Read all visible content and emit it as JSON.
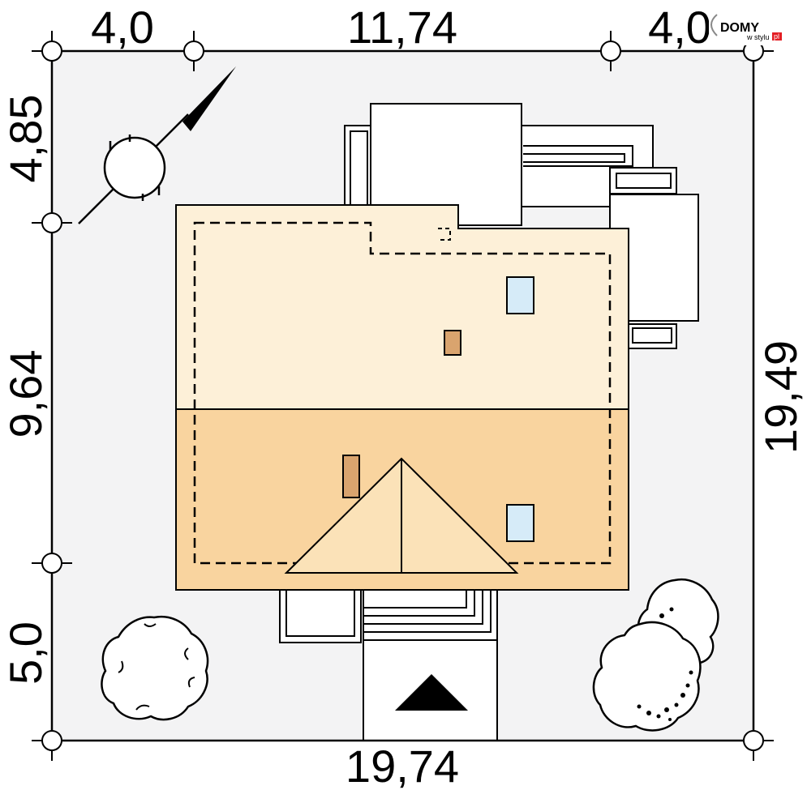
{
  "dimensions": {
    "top_left": "4,0",
    "top_middle": "11,74",
    "top_right": "4,0",
    "bottom": "19,74",
    "left_top": "4,85",
    "left_middle": "9,64",
    "left_bottom": "5,0",
    "right": "19,49"
  },
  "logo": {
    "main": "DOMY",
    "sub_prefix": "w stylu",
    "sub_suffix": "pl"
  },
  "colors": {
    "plot": "#f3f3f4",
    "roof_back": "#fdf0d8",
    "roof_front": "#f9d49f",
    "gable": "#fbe2b8",
    "chimney": "#d9a46e",
    "skylight": "#d6ebf8",
    "logo_accent": "#e31e24"
  }
}
